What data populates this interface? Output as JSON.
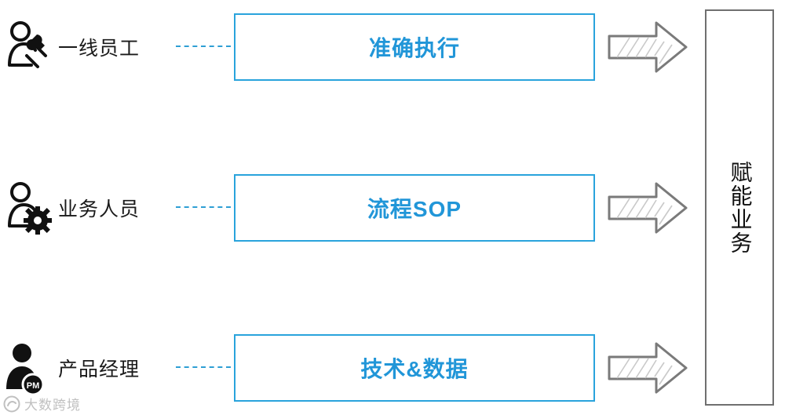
{
  "diagram": {
    "title": "",
    "colors": {
      "box_border": "#29a3dc",
      "box_text": "#2196d8",
      "dash_line": "#2e9fd4",
      "arrow_outline": "#7a7a7a",
      "right_box_border": "#6f6f6f",
      "role_text": "#1a1a1a",
      "background": "#ffffff"
    },
    "rows": [
      {
        "icon": "person-wrench-icon",
        "role": "一线员工",
        "connector": "dashed-line",
        "box_text": "准确执行",
        "arrow": "block-arrow-right-icon"
      },
      {
        "icon": "person-gear-icon",
        "role": "业务人员",
        "connector": "dashed-line",
        "box_text": "流程SOP",
        "arrow": "block-arrow-right-icon"
      },
      {
        "icon": "person-pm-badge-icon",
        "role": "产品经理",
        "connector": "dashed-line",
        "box_text": "技术&数据",
        "arrow": "block-arrow-right-icon"
      }
    ],
    "right_panel": {
      "text": "赋能业务"
    },
    "watermark": {
      "text": "大数跨境",
      "logo": "circle-mark-icon"
    }
  }
}
